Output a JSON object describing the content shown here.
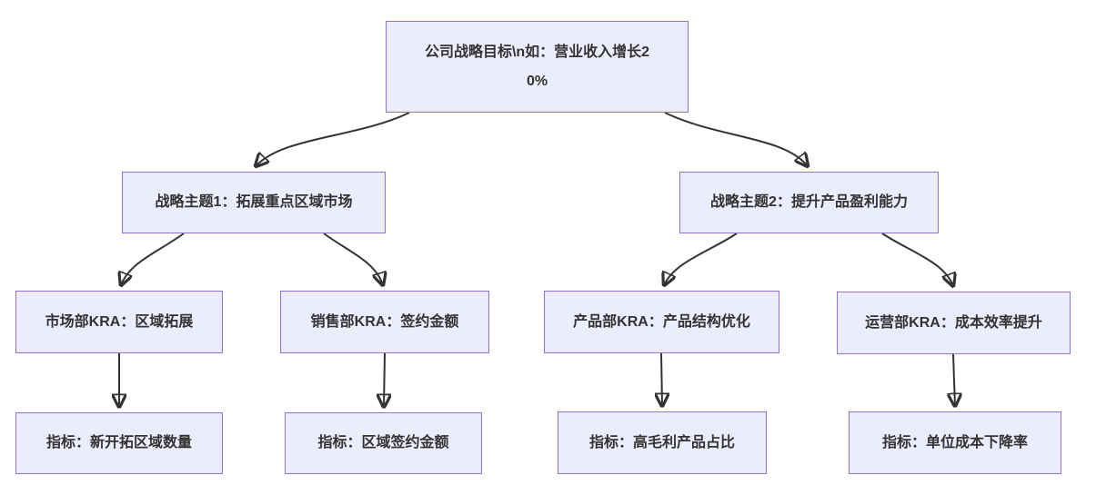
{
  "diagram": {
    "type": "flowchart",
    "direction": "top-down",
    "theme": {
      "node_fill": "#ECECFF",
      "node_border": "#9370DB",
      "edge_color": "#333333",
      "text_color": "#333333",
      "background": "#FFFFFF"
    },
    "nodes": {
      "root": {
        "label": "公司战略目标\\n如：营业收入增长20%",
        "lines": [
          "公司战略目标\\n如：营业收入增长2",
          "0%"
        ]
      },
      "theme1": {
        "label": "战略主题1：拓展重点区域市场"
      },
      "theme2": {
        "label": "战略主题2：提升产品盈利能力"
      },
      "kra1": {
        "label": "市场部KRA：区域拓展"
      },
      "kra2": {
        "label": "销售部KRA：签约金额"
      },
      "kra3": {
        "label": "产品部KRA：产品结构优化"
      },
      "kra4": {
        "label": "运营部KRA：成本效率提升"
      },
      "ind1": {
        "label": "指标：新开拓区域数量"
      },
      "ind2": {
        "label": "指标：区域签约金额"
      },
      "ind3": {
        "label": "指标：高毛利产品占比"
      },
      "ind4": {
        "label": "指标：单位成本下降率"
      }
    },
    "edges": [
      {
        "from": "root",
        "to": "theme1"
      },
      {
        "from": "root",
        "to": "theme2"
      },
      {
        "from": "theme1",
        "to": "kra1"
      },
      {
        "from": "theme1",
        "to": "kra2"
      },
      {
        "from": "theme2",
        "to": "kra3"
      },
      {
        "from": "theme2",
        "to": "kra4"
      },
      {
        "from": "kra1",
        "to": "ind1"
      },
      {
        "from": "kra2",
        "to": "ind2"
      },
      {
        "from": "kra3",
        "to": "ind3"
      },
      {
        "from": "kra4",
        "to": "ind4"
      }
    ]
  }
}
